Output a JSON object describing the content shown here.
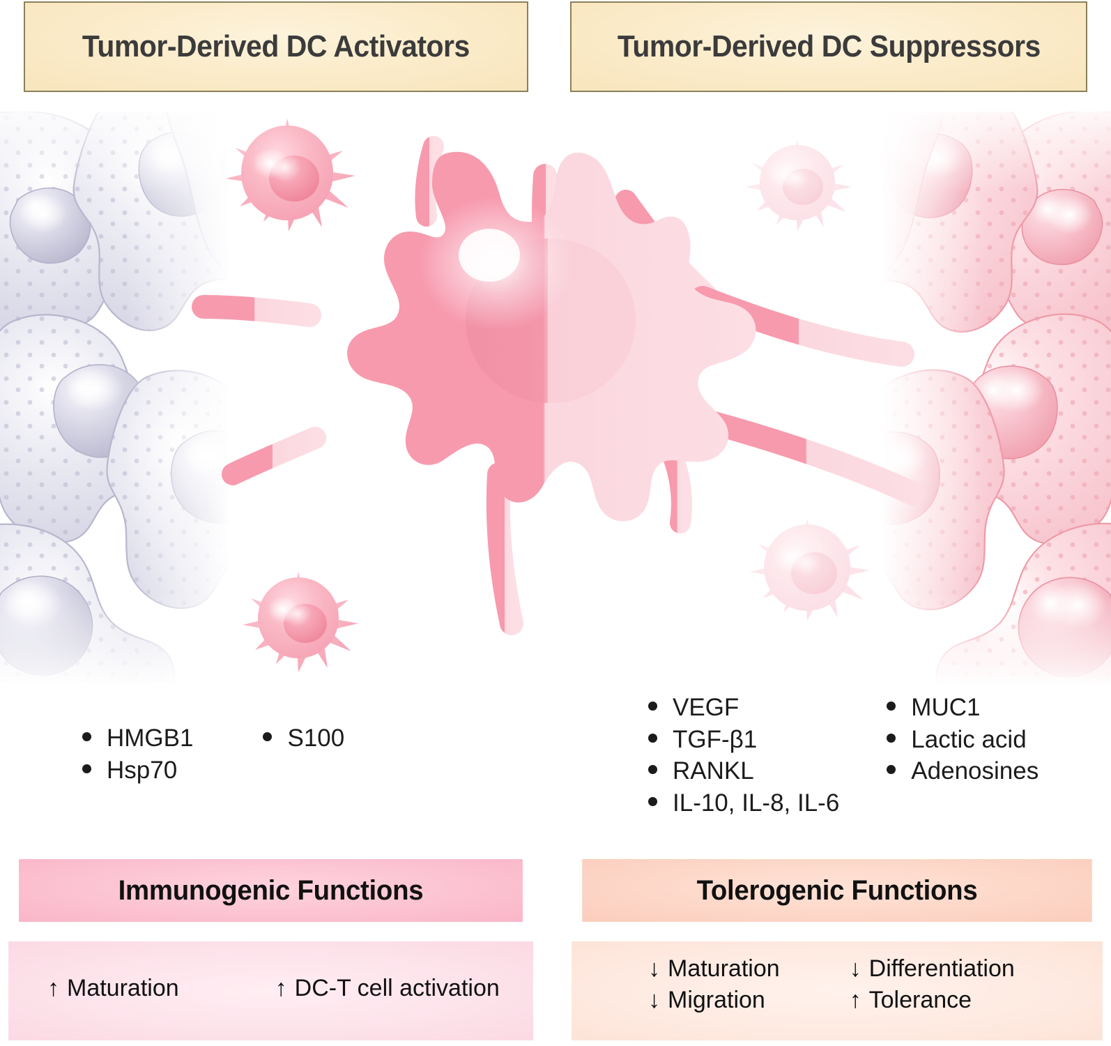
{
  "headers": {
    "left": "Tumor-Derived DC Activators",
    "right": "Tumor-Derived DC Suppressors"
  },
  "activators": {
    "column1": [
      "HMGB1",
      "Hsp70"
    ],
    "column2": [
      "S100"
    ]
  },
  "suppressors": {
    "column1": [
      "VEGF",
      "TGF-β1",
      "RANKL",
      "IL-10, IL-8, IL-6"
    ],
    "column2": [
      "MUC1",
      "Lactic acid",
      "Adenosines"
    ]
  },
  "immunogenic": {
    "title": "Immunogenic Functions",
    "column1": [
      {
        "arrow": "↑",
        "label": "Maturation"
      }
    ],
    "column2": [
      {
        "arrow": "↑",
        "label": "DC-T cell activation"
      }
    ]
  },
  "tolerogenic": {
    "title": "Tolerogenic Functions",
    "column1": [
      {
        "arrow": "↓",
        "label": "Maturation"
      },
      {
        "arrow": "↓",
        "label": "Migration"
      }
    ],
    "column2": [
      {
        "arrow": "↓",
        "label": "Differentiation"
      },
      {
        "arrow": "↑",
        "label": "Tolerance"
      }
    ]
  },
  "illustration": {
    "left_tumor_mass_label": "lavender tumor cell cluster",
    "right_tumor_mass_label": "pink tumor cell cluster",
    "central_cell_label": "dendritic cell split activated and suppressed",
    "small_dendritic_cells": [
      "activated-dc-top-left",
      "activated-dc-bottom-left",
      "suppressed-dc-top-right",
      "suppressed-dc-bottom-right"
    ]
  },
  "colors": {
    "header_fill": "#fbeccb",
    "header_border": "#8a8058",
    "immunogenic_title_bg": "#fcc3d2",
    "immunogenic_body_bg": "#fde2ea",
    "tolerogenic_title_bg": "#fdd7c8",
    "tolerogenic_body_bg": "#feeae1",
    "dc_pink": "#f7a8b8",
    "tumor_lavender": "#cfcee0",
    "tumor_pink": "#f6bcc4",
    "text": "#111111"
  }
}
